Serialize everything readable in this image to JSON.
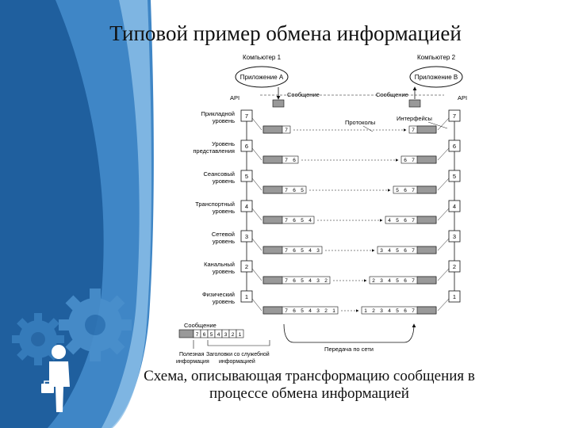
{
  "slide": {
    "title": "Типовой пример обмена информацией",
    "caption_line1": "Схема, описывающая трансформацию сообщения в",
    "caption_line2": "процессе обмена информацией"
  },
  "colors": {
    "sidebar_dark": "#1f5f9e",
    "sidebar_mid": "#3f86c6",
    "sidebar_light": "#8fc0e8",
    "gear": "#4a8fcc",
    "figure": "#ffffff"
  },
  "icons": [
    "gear-icon",
    "person-icon",
    "briefcase-icon"
  ],
  "diagram": {
    "computer1": "Компьютер 1",
    "computer2": "Компьютер 2",
    "app_a": "Приложение А",
    "app_b": "Приложение В",
    "message": "Сообщение",
    "api": "API",
    "protocols": "Протоколы",
    "interfaces": "Интерфейсы",
    "levels": [
      {
        "line1": "Прикладной",
        "line2": "уровень",
        "num": "7"
      },
      {
        "line1": "Уровень",
        "line2": "представления",
        "num": "6"
      },
      {
        "line1": "Сеансовый",
        "line2": "уровень",
        "num": "5"
      },
      {
        "line1": "Транспортный",
        "line2": "уровень",
        "num": "4"
      },
      {
        "line1": "Сетевой",
        "line2": "уровень",
        "num": "3"
      },
      {
        "line1": "Канальный",
        "line2": "уровень",
        "num": "2"
      },
      {
        "line1": "Физический",
        "line2": "уровень",
        "num": "1"
      }
    ],
    "bottom_message": "Сообщение",
    "bottom_headers": [
      "7",
      "6",
      "5",
      "4",
      "3",
      "2",
      "1"
    ],
    "useful_info_1": "Полезная",
    "useful_info_2": "информация",
    "service_headers_1": "Заголовки со служебной",
    "service_headers_2": "информацией",
    "network_transfer": "Передача по сети"
  }
}
